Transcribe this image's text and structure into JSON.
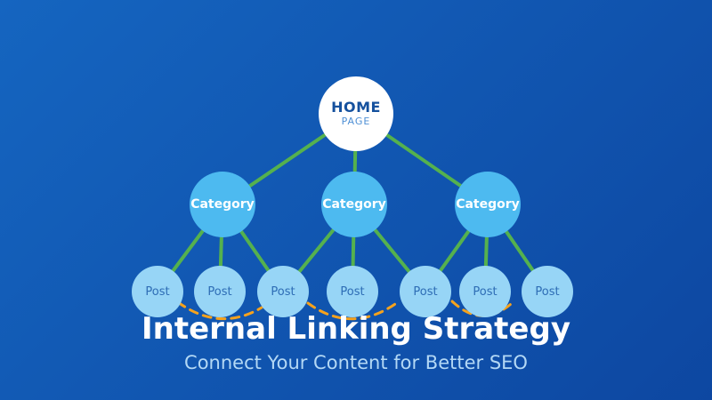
{
  "title": "Internal Linking Strategy",
  "subtitle": "Connect Your Content for Better SEO",
  "diagram": {
    "home": {
      "title": "HOME",
      "subtitle": "PAGE"
    },
    "categories": [
      {
        "label": "Category"
      },
      {
        "label": "Category"
      },
      {
        "label": "Category"
      }
    ],
    "posts": [
      {
        "label": "Post"
      },
      {
        "label": "Post"
      },
      {
        "label": "Post"
      },
      {
        "label": "Post"
      },
      {
        "label": "Post"
      },
      {
        "label": "Post"
      },
      {
        "label": "Post"
      }
    ]
  },
  "colors": {
    "bg_top_left": "#1565C0",
    "bg_bottom_right": "#0D47A1",
    "connector_green": "#55B14E",
    "crosslink_orange": "#F5A21D",
    "home_fill": "#FFFFFF",
    "home_title_text": "#15519E",
    "home_subtitle_text": "#4E8FD5",
    "category_fill": "#4DBAF0",
    "category_text": "#FFFFFF",
    "post_fill": "#97D5F6",
    "post_text": "#2E6DB5",
    "title_text": "#FFFFFF",
    "subtitle_text": "#B3D8F5"
  }
}
